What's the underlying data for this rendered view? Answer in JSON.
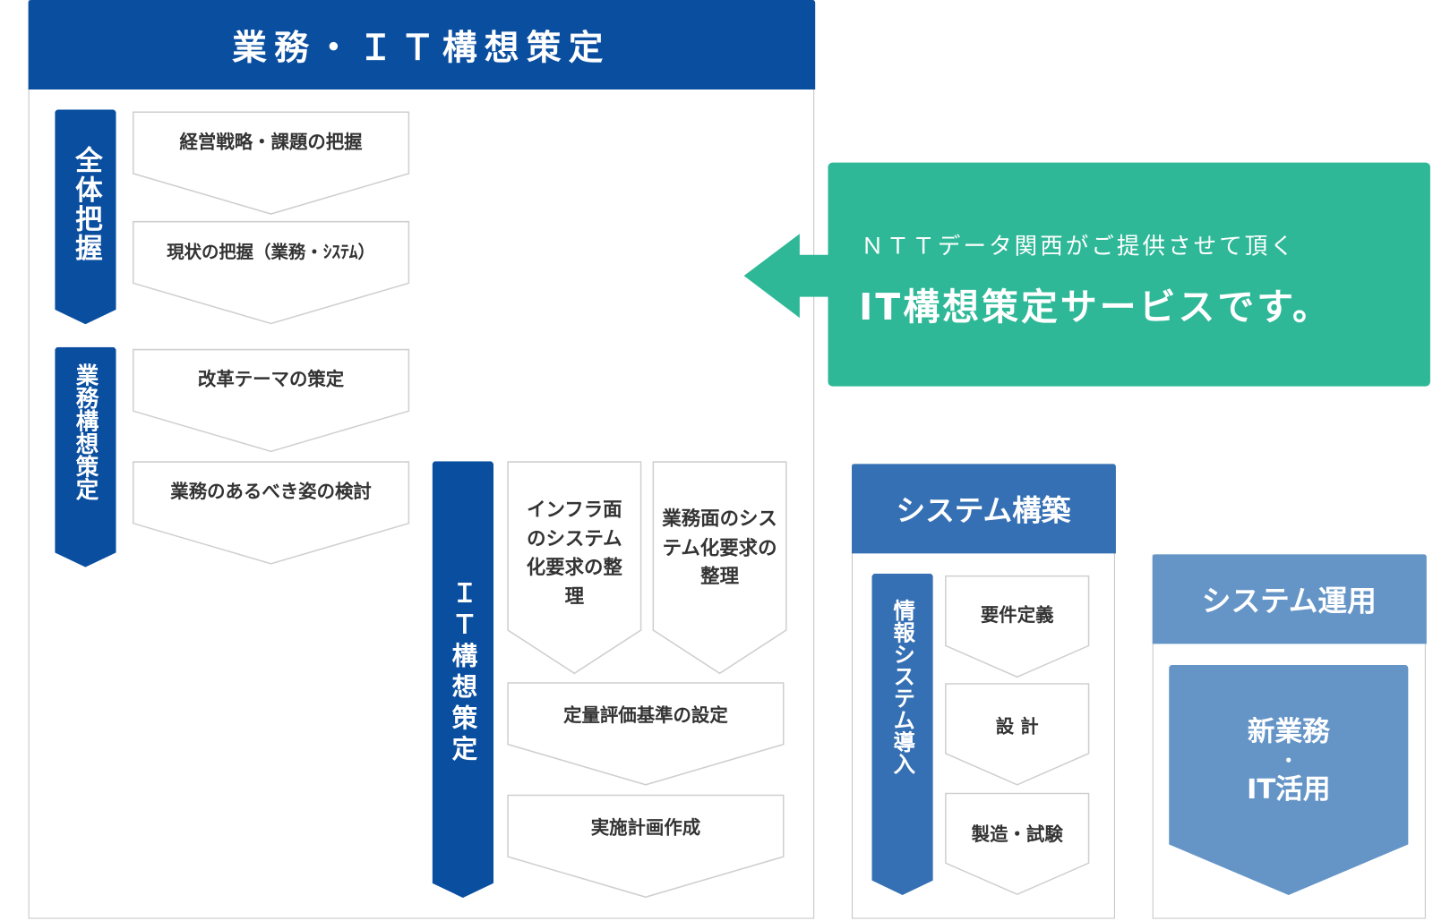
{
  "main_panel": {
    "title": "業務・ＩＴ構想策定",
    "phase1": {
      "label": "全体把握",
      "steps": [
        "経営戦略・課題の把握",
        "現状の把握（業務・ｼｽﾃﾑ）"
      ]
    },
    "phase2": {
      "label": "業務構想策定",
      "steps": [
        "改革テーマの策定",
        "業務のあるべき姿の検討"
      ]
    },
    "phase3": {
      "label": "ＩＴ構想策定",
      "parallel_steps": [
        "インフラ面のシステム化要求の整理",
        "業務面のシステム化要求の整理"
      ],
      "steps": [
        "定量評価基準の設定",
        "実施計画作成"
      ]
    }
  },
  "callout": {
    "line1": "ＮＴＴデータ関西がご提供させて頂く",
    "line2": "IT構想策定サービスです。"
  },
  "system_build": {
    "title": "システム構築",
    "phase_label": "情報システム導入",
    "steps": [
      "要件定義",
      "設 計",
      "製造・試験"
    ]
  },
  "system_ops": {
    "title": "システム運用",
    "line1": "新業務",
    "dot": "・",
    "line2": "IT活用"
  },
  "colors": {
    "navy": "#0a4ea0",
    "mid_blue": "#3570b4",
    "light_blue": "#6595c7",
    "teal": "#2eb897"
  }
}
